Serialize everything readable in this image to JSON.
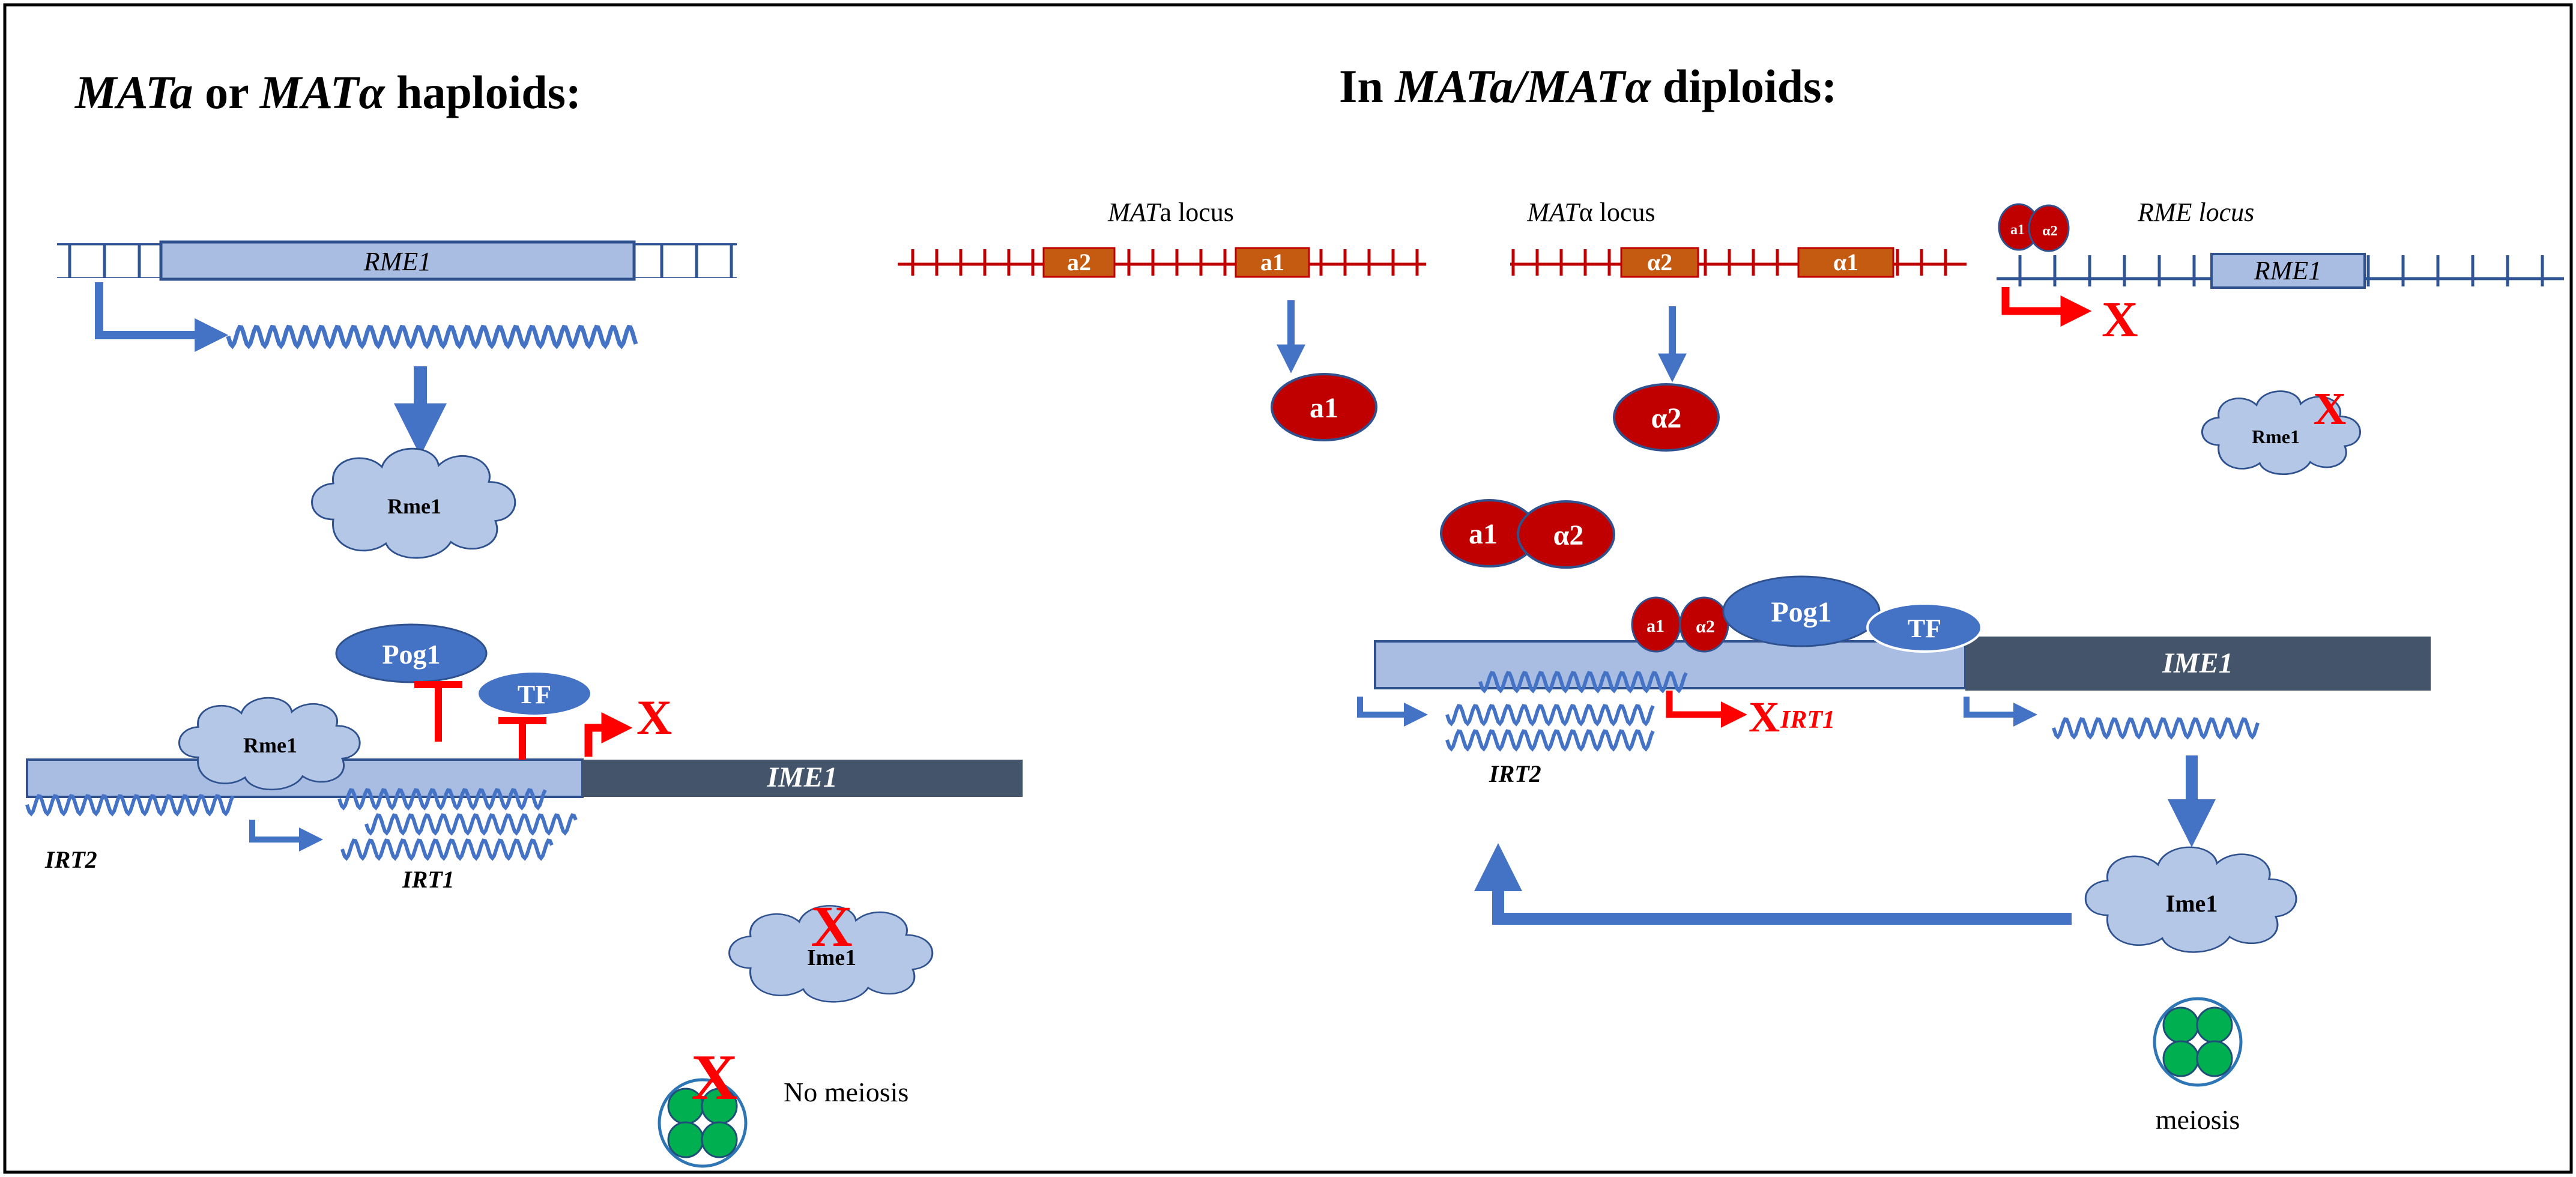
{
  "titles": {
    "left": [
      "MATa",
      " or ",
      "MATα",
      " haploids:"
    ],
    "right": [
      "In ",
      "MATa/MATα",
      " diploids:"
    ]
  },
  "labels": {
    "rme1_gene": "RME1",
    "rme1_protein": "Rme1",
    "pog1": "Pog1",
    "tf": "TF",
    "x_mark": "X",
    "ime1_gene": "IME1",
    "ime1_protein": "Ime1",
    "irt1": "IRT1",
    "irt2": "IRT2",
    "no_meiosis": "No meiosis",
    "meiosis": "meiosis",
    "mata_locus": [
      "MAT",
      "a locus"
    ],
    "matalpha_locus": [
      "MAT",
      "α locus"
    ],
    "rme_locus": "RME locus",
    "a1": "a1",
    "a2": "a2",
    "alpha1": "α1",
    "alpha2": "α2"
  },
  "colors": {
    "red": "#c00000",
    "red_arrow": "#ff0000",
    "gene_box_fill": "#a9bde3",
    "gene_box_stroke": "#2f528f",
    "ime1_fill": "#44546a",
    "blue": "#4472c4",
    "locus_fill": "#c55a11",
    "green": "#00b050"
  }
}
